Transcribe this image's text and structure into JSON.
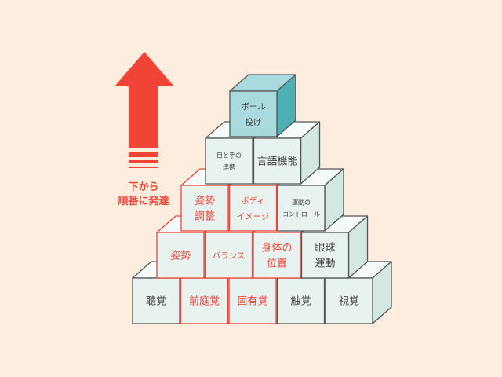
{
  "caption": {
    "line1": "下から",
    "line2": "順番に発達"
  },
  "colors": {
    "background": "#fdeddf",
    "accent": "#f04437",
    "teal": "#4fb0b3"
  },
  "pyramid": [
    [
      {
        "label": [
          "聴覚"
        ],
        "variant": "normal"
      },
      {
        "label": [
          "前庭覚"
        ],
        "variant": "red"
      },
      {
        "label": [
          "固有覚"
        ],
        "variant": "red"
      },
      {
        "label": [
          "触覚"
        ],
        "variant": "normal"
      },
      {
        "label": [
          "視覚"
        ],
        "variant": "normal"
      }
    ],
    [
      {
        "label": [
          "姿勢"
        ],
        "variant": "red"
      },
      {
        "label": [
          "バランス"
        ],
        "variant": "red",
        "small": true
      },
      {
        "label": [
          "身体の",
          "位置"
        ],
        "variant": "red"
      },
      {
        "label": [
          "眼球",
          "運動"
        ],
        "variant": "normal"
      }
    ],
    [
      {
        "label": [
          "姿勢",
          "調整"
        ],
        "variant": "red"
      },
      {
        "label": [
          "ボディ",
          "イメージ"
        ],
        "variant": "red",
        "small": true
      },
      {
        "label": [
          "運動の",
          "コントロール"
        ],
        "variant": "normal",
        "tiny": true
      }
    ],
    [
      {
        "label": [
          "目と手の",
          "連携"
        ],
        "variant": "normal",
        "tiny": true
      },
      {
        "label": [
          "言語機能"
        ],
        "variant": "normal"
      }
    ],
    [
      {
        "label": [
          "ボール",
          "投げ"
        ],
        "variant": "teal",
        "small": true
      }
    ]
  ]
}
